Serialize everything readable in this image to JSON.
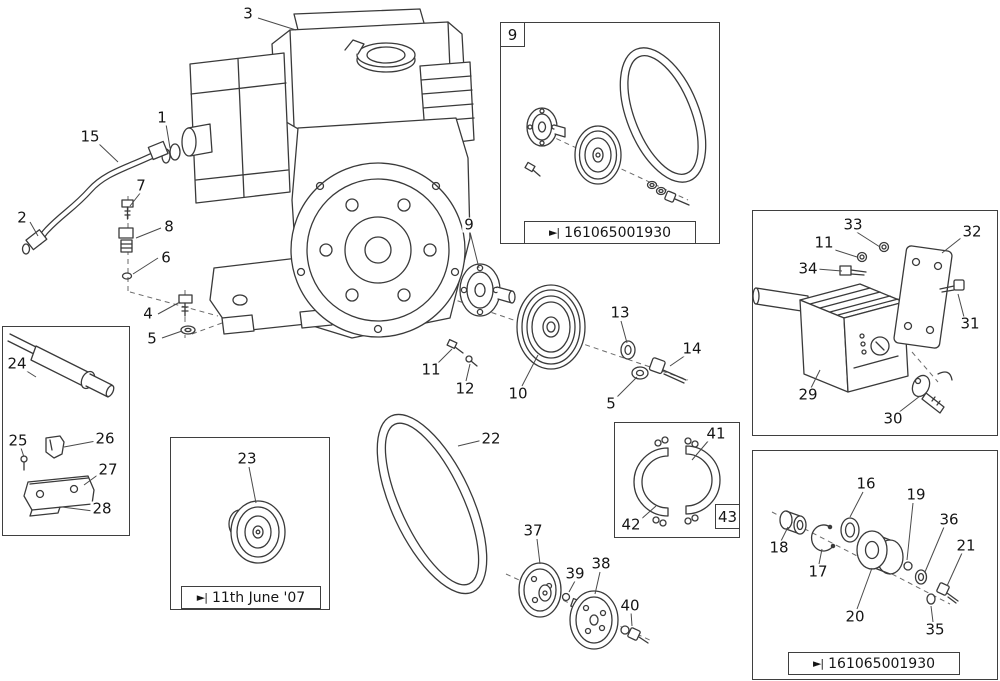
{
  "figure": {
    "type": "exploded-parts-diagram",
    "background_color": "#ffffff",
    "line_color": "#3a3a3a"
  },
  "inset_labels": {
    "belt_kit": "9",
    "clutch_kit": "43"
  },
  "flags": {
    "belt_kit_part": "161065001930",
    "bearing_kit_part": "161065001930",
    "pulley_revision": "11th June '07"
  },
  "icons": {
    "revision_flag": "►|"
  },
  "callouts": {
    "c3": "3",
    "c15": "15",
    "c1": "1",
    "c7": "7",
    "c2": "2",
    "c8": "8",
    "c6": "6",
    "c4": "4",
    "c5a": "5",
    "c9": "9",
    "c11a": "11",
    "c12": "12",
    "c10": "10",
    "c13": "13",
    "c5b": "5",
    "c14": "14",
    "c22": "22",
    "c37": "37",
    "c39": "39",
    "c38": "38",
    "c40": "40",
    "c41": "41",
    "c42": "42",
    "c23": "23",
    "c24": "24",
    "c25": "25",
    "c26": "26",
    "c27": "27",
    "c28": "28",
    "c33": "33",
    "c11b": "11",
    "c32": "32",
    "c34": "34",
    "c31": "31",
    "c29": "29",
    "c30": "30",
    "c16": "16",
    "c18": "18",
    "c17": "17",
    "c19": "19",
    "c36": "36",
    "c21": "21",
    "c20": "20",
    "c35": "35"
  }
}
